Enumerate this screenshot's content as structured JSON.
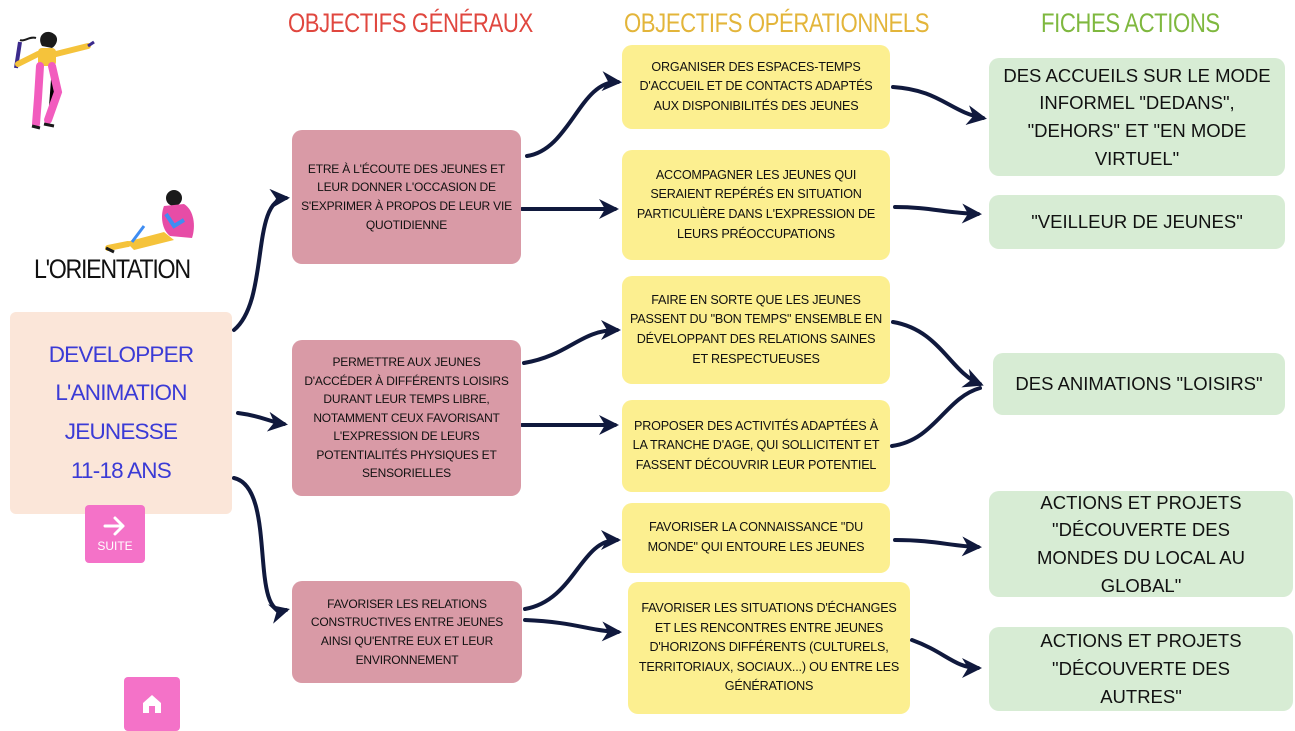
{
  "headers": {
    "objectifs_generaux": "OBJECTIFS GÉNÉRAUX",
    "objectifs_operationnels": "OBJECTIFS OPÉRATIONNELS",
    "fiches_actions": "FICHES ACTIONS"
  },
  "colors": {
    "generaux": "#e0473f",
    "operationnels": "#e3b53a",
    "fiches": "#7fb83f",
    "main_text": "#3b3bd6",
    "main_box": "#fbe6d9",
    "button": "#f472c8"
  },
  "orientation": {
    "label": "L'ORIENTATION",
    "main_lines": [
      "DEVELOPPER",
      "L'ANIMATION",
      "JEUNESSE",
      "11-18 ANS"
    ]
  },
  "objectifs_generaux": [
    "ETRE À L'ÉCOUTE DES JEUNES ET LEUR DONNER L'OCCASION DE S'EXPRIMER À PROPOS DE LEUR VIE QUOTIDIENNE",
    "PERMETTRE AUX JEUNES D'ACCÉDER À DIFFÉRENTS LOISIRS DURANT LEUR TEMPS LIBRE, NOTAMMENT CEUX FAVORISANT L'EXPRESSION DE LEURS POTENTIALITÉS PHYSIQUES ET SENSORIELLES",
    "FAVORISER LES RELATIONS CONSTRUCTIVES ENTRE JEUNES AINSI QU'ENTRE EUX ET LEUR ENVIRONNEMENT"
  ],
  "objectifs_operationnels": [
    "ORGANISER DES ESPACES-TEMPS D'ACCUEIL ET DE CONTACTS ADAPTÉS AUX DISPONIBILITÉS DES JEUNES",
    "ACCOMPAGNER LES JEUNES QUI SERAIENT REPÉRÉS EN SITUATION PARTICULIÈRE DANS L'EXPRESSION DE LEURS PRÉOCCUPATIONS",
    "FAIRE EN SORTE QUE LES JEUNES PASSENT DU \"BON TEMPS\" ENSEMBLE EN DÉVELOPPANT DES RELATIONS SAINES ET RESPECTUEUSES",
    "PROPOSER DES ACTIVITÉS ADAPTÉES À LA TRANCHE D'AGE, QUI SOLLICITENT ET FASSENT DÉCOUVRIR LEUR POTENTIEL",
    "FAVORISER LA CONNAISSANCE \"DU MONDE\" QUI ENTOURE LES JEUNES",
    "FAVORISER LES SITUATIONS D'ÉCHANGES ET LES RENCONTRES ENTRE JEUNES D'HORIZONS DIFFÉRENTS (CULTURELS, TERRITORIAUX, SOCIAUX...) OU ENTRE LES GÉNÉRATIONS"
  ],
  "fiches_actions": [
    "DES ACCUEILS SUR LE MODE INFORMEL \"DEDANS\", \"DEHORS\" ET \"EN MODE VIRTUEL\"",
    "\"VEILLEUR DE JEUNES\"",
    "DES ANIMATIONS \"LOISIRS\"",
    "ACTIONS ET PROJETS \"DÉCOUVERTE DES MONDES DU LOCAL AU GLOBAL\"",
    "ACTIONS ET PROJETS \"DÉCOUVERTE DES AUTRES\""
  ],
  "buttons": {
    "suite_label": "SUITE",
    "suite_icon": "arrow-right-icon",
    "home_icon": "home-icon"
  }
}
